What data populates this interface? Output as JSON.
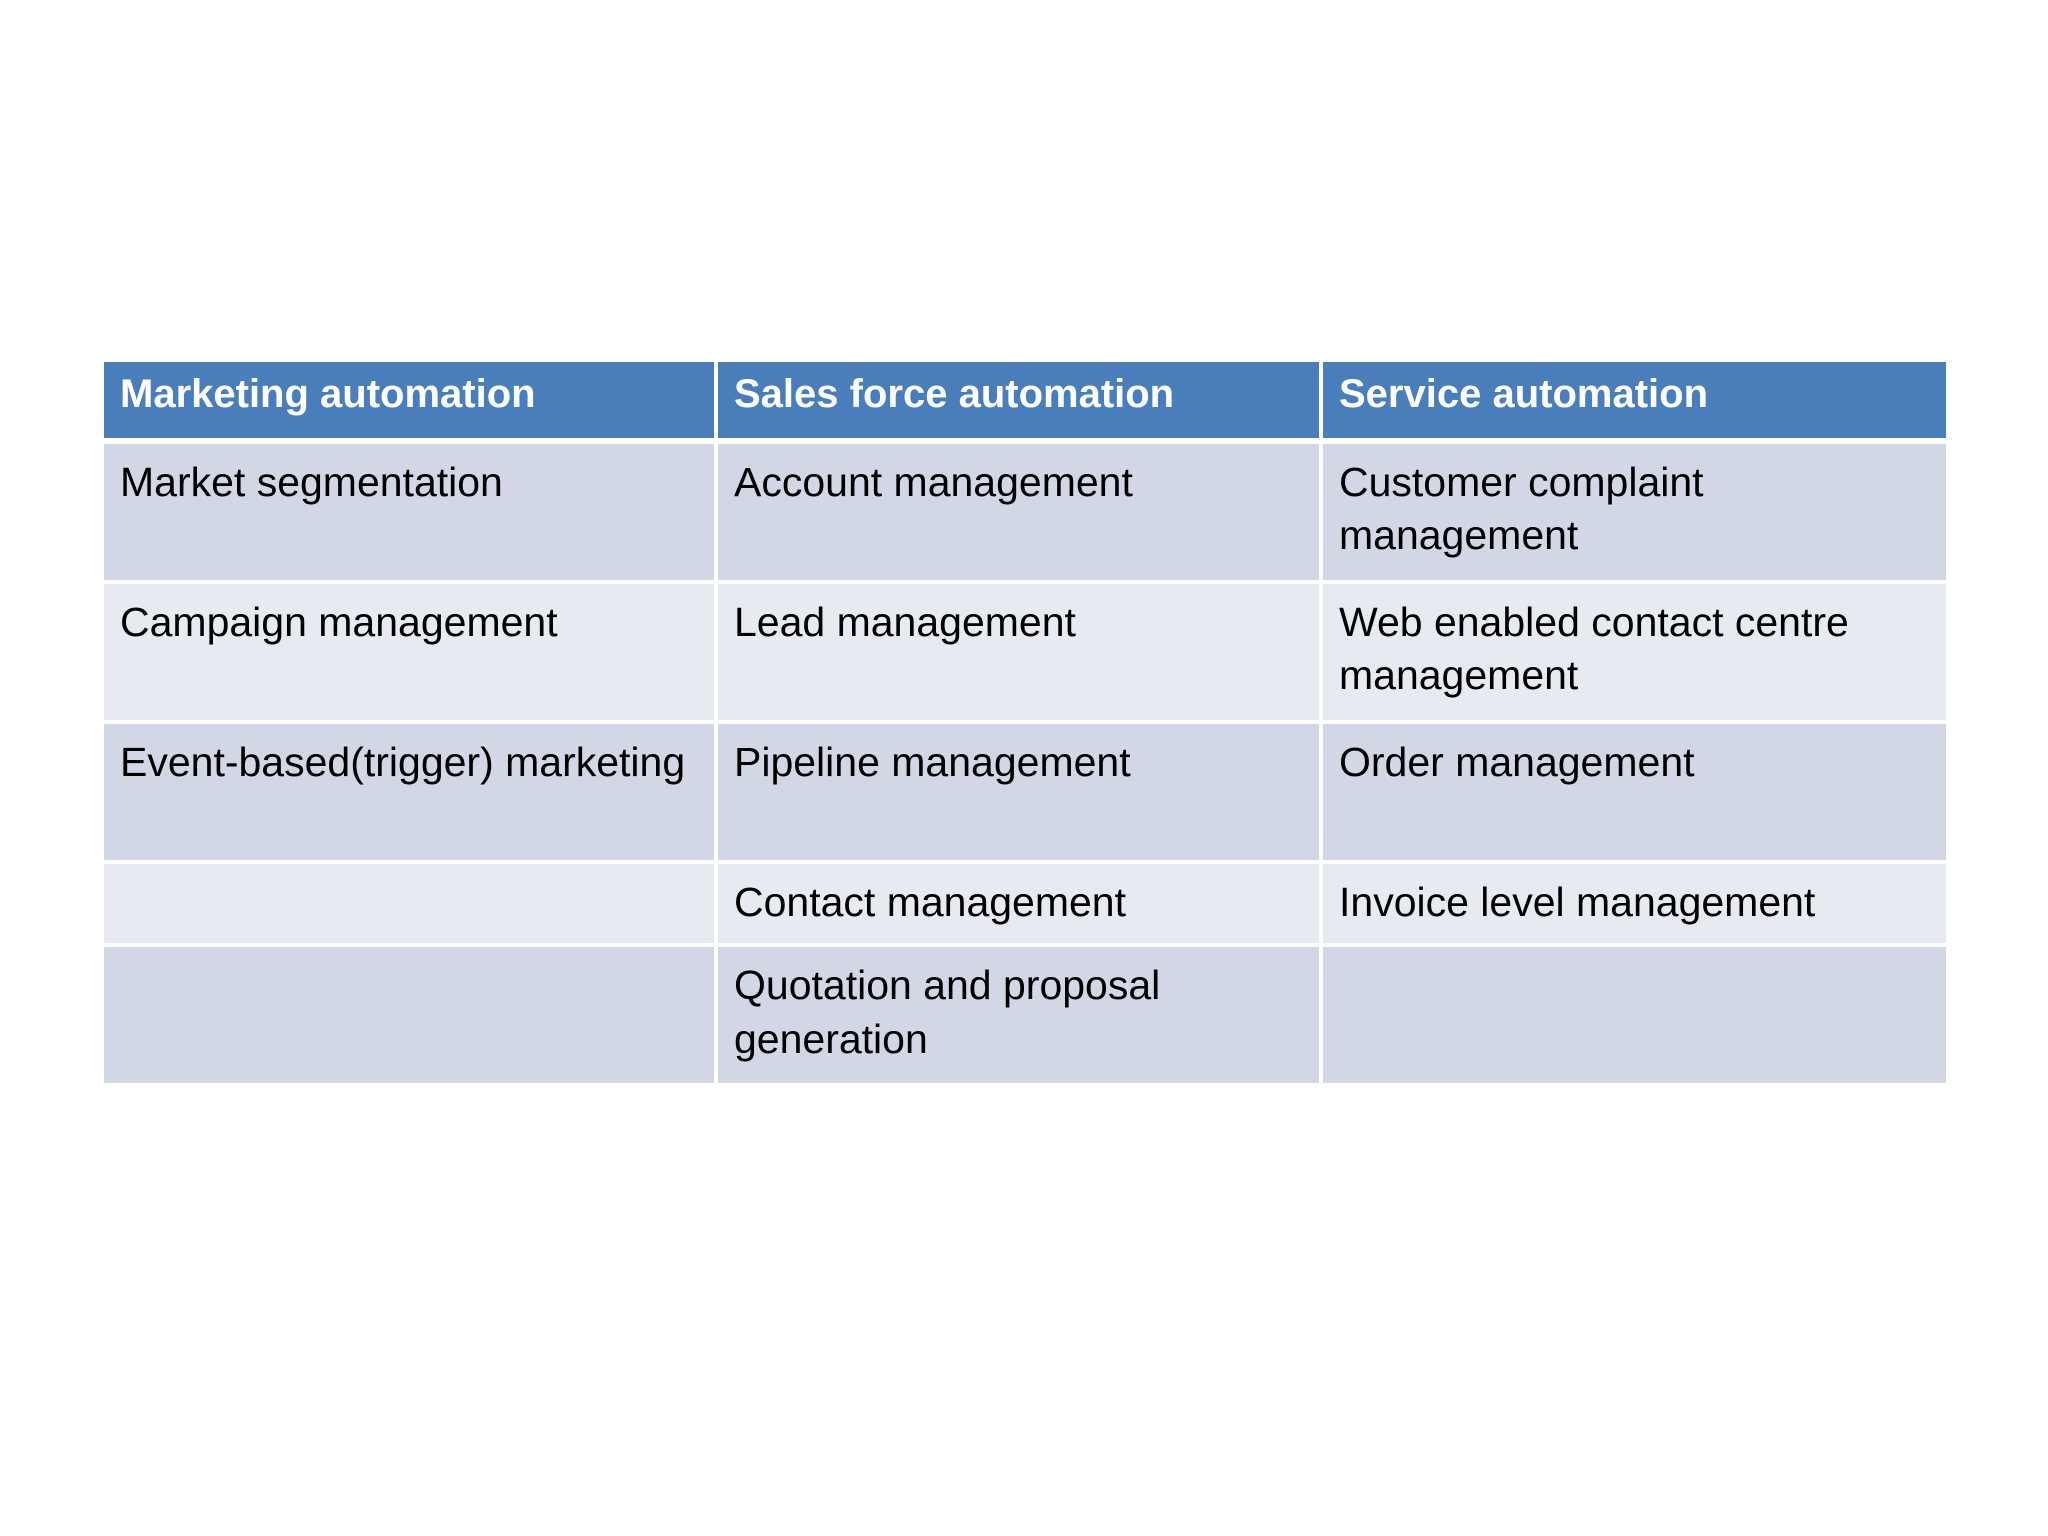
{
  "slide": {
    "background_color": "#ffffff"
  },
  "table": {
    "name": "crm-automation-types-table",
    "header_fill": "#4a7ebb",
    "header_text_color": "#ffffff",
    "band_dark_fill": "#d1d7e5",
    "band_light_fill": "#e8eaf2",
    "body_text_color": "#000000",
    "columns": [
      "Marketing automation",
      "Sales force automation",
      "Service automation"
    ],
    "rows": [
      {
        "band": "dark",
        "cells": [
          "Market segmentation",
          "Account management",
          "Customer complaint management"
        ]
      },
      {
        "band": "light",
        "cells": [
          "Campaign management",
          "Lead management",
          "Web enabled contact centre management"
        ]
      },
      {
        "band": "dark",
        "cells": [
          "Event-based(trigger) marketing",
          "Pipeline management",
          "Order management"
        ]
      },
      {
        "band": "light",
        "cells": [
          "",
          "Contact management",
          "Invoice level management"
        ]
      },
      {
        "band": "dark",
        "cells": [
          "",
          "Quotation and proposal generation",
          ""
        ]
      }
    ]
  }
}
